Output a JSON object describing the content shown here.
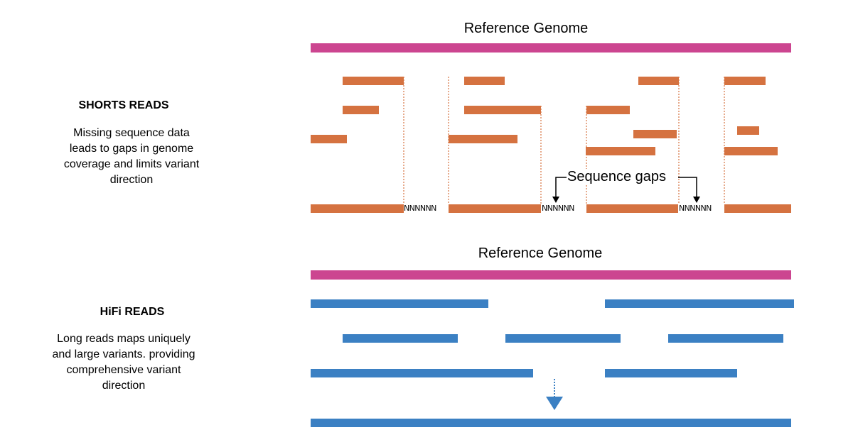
{
  "short_section": {
    "reference_title": "Reference Genome",
    "title": "SHORTS READS",
    "description_lines": [
      "Missing sequence data",
      "leads to gaps in genome",
      "coverage and limits variant",
      "direction"
    ],
    "gap_fill": "NNNNNN",
    "gaps_label": "Sequence gaps"
  },
  "hifi_section": {
    "reference_title": "Reference Genome",
    "title": "HiFi READS",
    "description_lines": [
      "Long reads maps uniquely",
      "and large variants. providing",
      "comprehensive variant",
      "direction"
    ]
  },
  "colors": {
    "reference": "#cc4590",
    "short_read": "#d57240",
    "long_read": "#3b80c3"
  }
}
